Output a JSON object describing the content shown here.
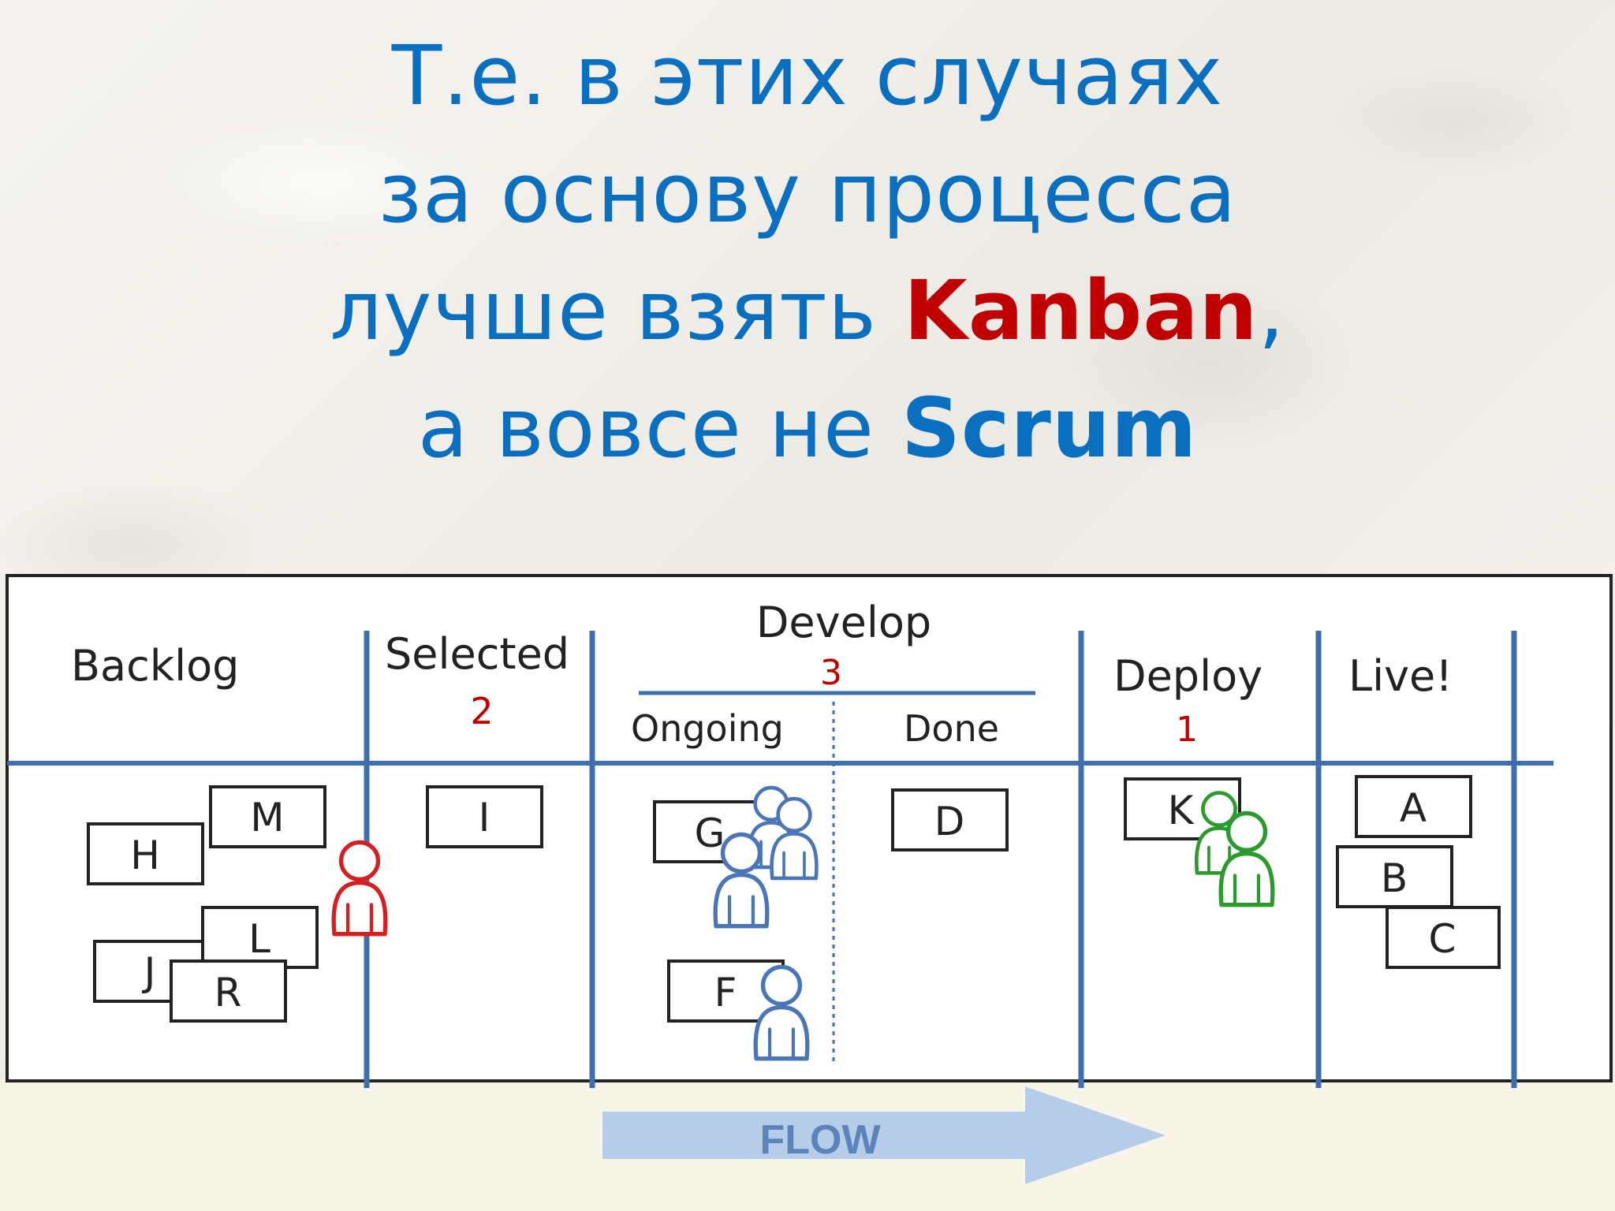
{
  "headline": {
    "line1": "Т.е. в этих случаях",
    "line2": "за основу процесса",
    "line3_before": "лучше взять ",
    "line3_keyword": "Kanban",
    "line3_after": ",",
    "line4_before": "а вовсе не ",
    "line4_keyword": "Scrum"
  },
  "board": {
    "columns": {
      "backlog": "Backlog",
      "selected": "Selected",
      "selected_limit": "2",
      "develop": "Develop",
      "develop_limit": "3",
      "ongoing": "Ongoing",
      "done": "Done",
      "deploy": "Deploy",
      "deploy_limit": "1",
      "live": "Live!"
    },
    "cards": {
      "H": "H",
      "M": "M",
      "J": "J",
      "L": "L",
      "R": "R",
      "I": "I",
      "G": "G",
      "F": "F",
      "D": "D",
      "K": "K",
      "A": "A",
      "B": "B",
      "C": "C"
    },
    "flow_label": "FLOW"
  },
  "colors": {
    "headline": "#0b6fbf",
    "kanban": "#c00000",
    "lane_line": "#3f6fae",
    "limit": "#c00000",
    "person_red": "#d42020",
    "person_blue": "#4a76b8",
    "person_green": "#2c9a2c",
    "flow_arrow": "#b6cde9"
  }
}
